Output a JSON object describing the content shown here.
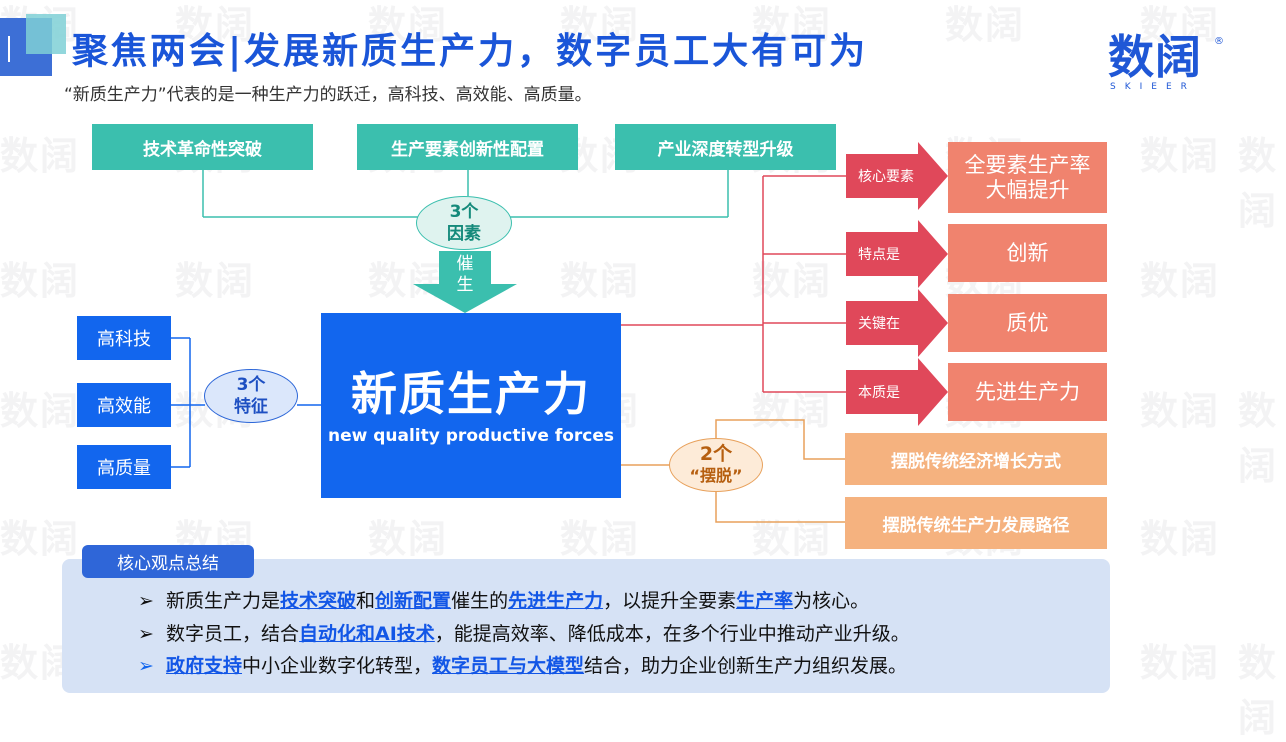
{
  "header": {
    "title": "聚焦两会|发展新质生产力，数字员工大有可为",
    "subtitle": "“新质生产力”代表的是一种生产力的跃迁，高科技、高效能、高质量。"
  },
  "logo": {
    "main": "数阔",
    "sub": "SKIEER",
    "reg": "®"
  },
  "watermark": "数阔",
  "factors": {
    "boxes": [
      "技术革命性突破",
      "生产要素创新性配置",
      "产业深度转型升级"
    ],
    "ellipse_line1": "3个",
    "ellipse_line2": "因素",
    "arrow_line1": "催",
    "arrow_line2": "生"
  },
  "center": {
    "main": "新质生产力",
    "sub": "new quality productive forces"
  },
  "features": {
    "boxes": [
      "高科技",
      "高效能",
      "高质量"
    ],
    "ellipse_line1": "3个",
    "ellipse_line2": "特征"
  },
  "aspects": [
    {
      "tag": "核心要素",
      "value": "全要素生产率大幅提升"
    },
    {
      "tag": "特点是",
      "value": "创新"
    },
    {
      "tag": "关键在",
      "value": "质优"
    },
    {
      "tag": "本质是",
      "value": "先进生产力"
    }
  ],
  "breakaway": {
    "ellipse_line1": "2个",
    "ellipse_line2": "“摆脱”",
    "boxes": [
      "摆脱传统经济增长方式",
      "摆脱传统生产力发展路径"
    ]
  },
  "summary": {
    "tag": "核心观点总结",
    "bullet_marker": "➢",
    "b1": {
      "p1": "新质生产力是",
      "h1": "技术突破",
      "p2": "和",
      "h2": "创新配置",
      "p3": "催生的",
      "h3": "先进生产力",
      "p4": "，以提升全要素",
      "h4": "生产率",
      "p5": "为核心。"
    },
    "b2": {
      "p1": "数字员工，结合",
      "h1": "自动化和AI技术",
      "p2": "，能提高效率、降低成本，在多个行业中推动产业升级。"
    },
    "b3": {
      "h1": "政府支持",
      "p1": "中小企业数字化转型，",
      "h2": "数字员工与大模型",
      "p2": "结合，助力企业创新生产力组织发展。"
    }
  },
  "colors": {
    "title_blue": "#1a55d8",
    "primary_blue": "#1266ee",
    "teal": "#3bbfae",
    "red_arrow": "#e0485a",
    "salmon": "#f0836e",
    "orange": "#f5b27f",
    "summary_bg": "#d6e2f5"
  }
}
